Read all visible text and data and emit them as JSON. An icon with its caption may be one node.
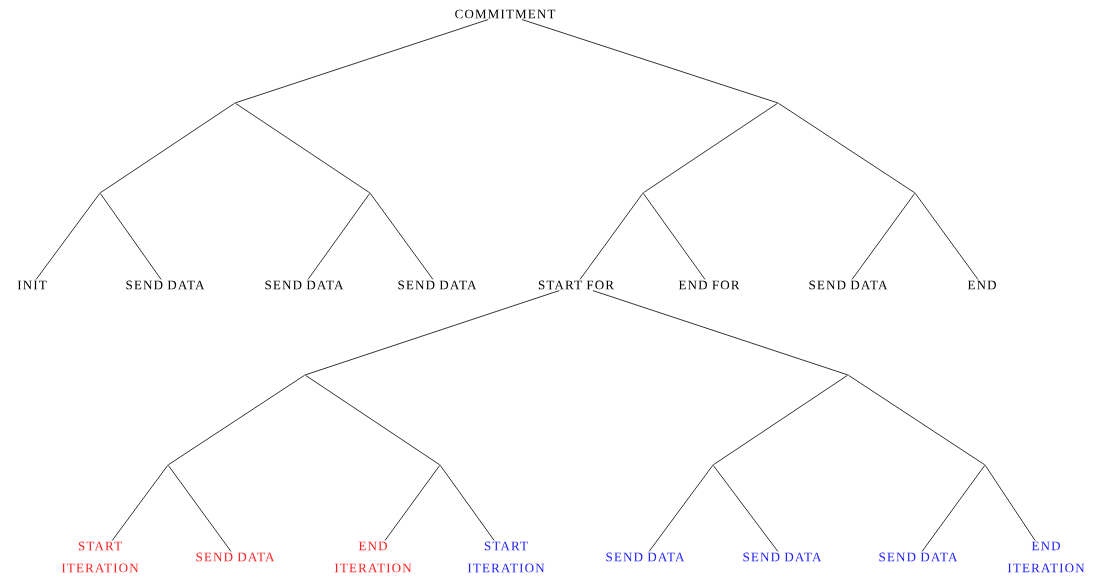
{
  "diagram": {
    "nodes": [
      {
        "text": [
          "COMMITMENT"
        ]
      },
      {
        "text": [],
        "shape": "point"
      },
      {
        "text": [],
        "shape": "point"
      },
      {
        "text": [],
        "shape": "point"
      },
      {
        "text": [],
        "shape": "point"
      },
      {
        "text": [],
        "shape": "point"
      },
      {
        "text": [],
        "shape": "point"
      },
      {
        "text": [
          "INIT"
        ]
      },
      {
        "text": [
          "SEND DATA"
        ]
      },
      {
        "text": [
          "SEND DATA"
        ]
      },
      {
        "text": [
          "SEND DATA"
        ]
      },
      {
        "text": [
          "START FOR"
        ]
      },
      {
        "text": [
          "END FOR"
        ]
      },
      {
        "text": [
          "SEND DATA"
        ]
      },
      {
        "text": [
          "END"
        ]
      },
      {
        "text": [],
        "shape": "point"
      },
      {
        "text": [],
        "shape": "point"
      },
      {
        "text": [],
        "shape": "point"
      },
      {
        "text": [],
        "shape": "point"
      },
      {
        "text": [],
        "shape": "point"
      },
      {
        "text": [],
        "shape": "point"
      },
      {
        "text": [
          "START ITERATION"
        ]
      },
      {
        "text": [
          "SEND DATA"
        ]
      },
      {
        "text": [
          "END ITERATION"
        ]
      },
      {
        "text": [
          "START ITERATION"
        ]
      },
      {
        "text": [
          "SEND DATA"
        ]
      },
      {
        "text": [
          "SEND DATA"
        ]
      },
      {
        "text": [
          "SEND DATA"
        ]
      },
      {
        "text": [
          "END ITERATION"
        ]
      }
    ],
    "edges": [
      {
        "from": 0,
        "to": 1,
        "arrow": "none"
      },
      {
        "from": 0,
        "to": 2,
        "arrow": "none"
      },
      {
        "from": 1,
        "to": 3,
        "arrow": "none"
      },
      {
        "from": 1,
        "to": 4,
        "arrow": "none"
      },
      {
        "from": 2,
        "to": 5,
        "arrow": "none"
      },
      {
        "from": 2,
        "to": 6,
        "arrow": "none"
      },
      {
        "from": 3,
        "to": 7,
        "arrow": "none"
      },
      {
        "from": 3,
        "to": 8,
        "arrow": "none"
      },
      {
        "from": 4,
        "to": 9,
        "arrow": "none"
      },
      {
        "from": 4,
        "to": 10,
        "arrow": "none"
      },
      {
        "from": 5,
        "to": 11,
        "arrow": "none"
      },
      {
        "from": 5,
        "to": 12,
        "arrow": "none"
      },
      {
        "from": 6,
        "to": 13,
        "arrow": "none"
      },
      {
        "from": 6,
        "to": 14,
        "arrow": "none"
      },
      {
        "from": 11,
        "to": 15,
        "arrow": "none"
      },
      {
        "from": 11,
        "to": 16,
        "arrow": "none"
      },
      {
        "from": 15,
        "to": 17,
        "arrow": "none"
      },
      {
        "from": 15,
        "to": 18,
        "arrow": "none"
      },
      {
        "from": 16,
        "to": 19,
        "arrow": "none"
      },
      {
        "from": 16,
        "to": 20,
        "arrow": "none"
      },
      {
        "from": 17,
        "to": 21,
        "arrow": "none"
      },
      {
        "from": 17,
        "to": 22,
        "arrow": "none"
      },
      {
        "from": 18,
        "to": 23,
        "arrow": "none"
      },
      {
        "from": 18,
        "to": 24,
        "arrow": "none"
      },
      {
        "from": 19,
        "to": 25,
        "arrow": "none"
      },
      {
        "from": 19,
        "to": 26,
        "arrow": "none"
      },
      {
        "from": 20,
        "to": 27,
        "arrow": "none"
      },
      {
        "from": 20,
        "to": 28,
        "arrow": "none"
      }
    ]
  }
}
